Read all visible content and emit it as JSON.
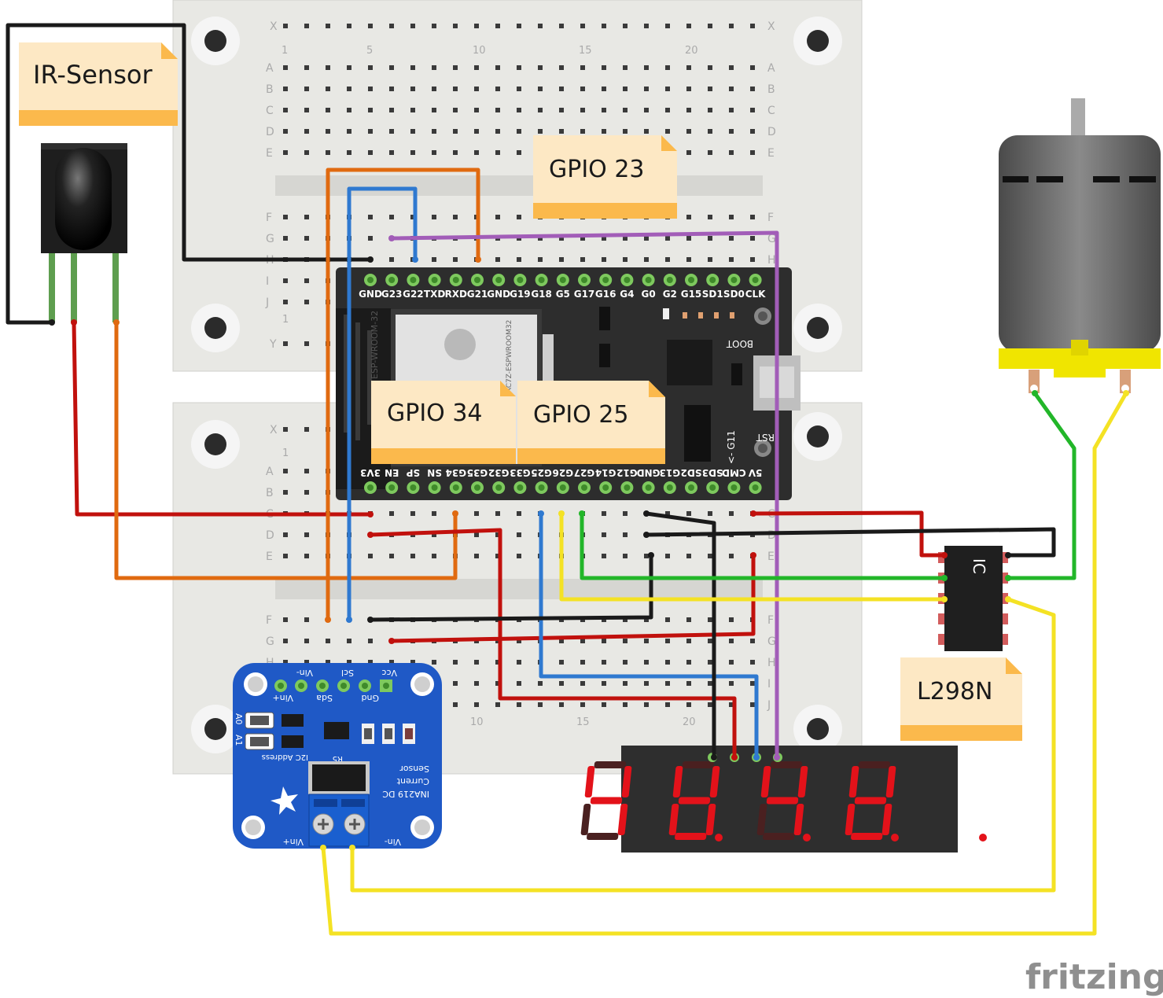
{
  "notes": {
    "ir_sensor": "IR-Sensor",
    "gpio23": "GPIO 23",
    "gpio34": "GPIO 34",
    "gpio25": "GPIO 25",
    "l298n": "L298N"
  },
  "breadboard": {
    "row_x": "X",
    "row_y": "Y",
    "rows_top": [
      "A",
      "B",
      "C",
      "D",
      "E"
    ],
    "rows_bottom": [
      "F",
      "G",
      "H",
      "I",
      "J"
    ],
    "col_numbers": [
      "1",
      "5",
      "10",
      "15",
      "20"
    ]
  },
  "esp32": {
    "top_pins": [
      "GND",
      "G23",
      "G22",
      "TXD",
      "RXD",
      "G21",
      "GND",
      "G19",
      "G18",
      "G5",
      "G17",
      "G16",
      "G4",
      "G0",
      "G2",
      "G15",
      "SD1",
      "SD0",
      "CLK"
    ],
    "bottom_pins": [
      "3V3",
      "EN",
      "SP",
      "SN",
      "G34",
      "G35",
      "G32",
      "G33",
      "G25",
      "G26",
      "G27",
      "G14",
      "G12",
      "GND",
      "G13",
      "SD2",
      "SD3",
      "CMD",
      "5V"
    ],
    "module_label": "ESP-WROOM-32",
    "module_fcc": "2AC7Z-ESPWROOM32",
    "boot_label": "BOOT",
    "rst_label": "RST",
    "g11_label": "<- G11"
  },
  "ina219": {
    "pins_top_row1": [
      "Vin-",
      "Scl",
      "Vcc"
    ],
    "pins_top_row2": [
      "Vin+",
      "Sda",
      "Gnd"
    ],
    "a0": "A0",
    "a1": "A1",
    "i2c": "I2C Address",
    "r5": "R5",
    "title1": "INA219 DC",
    "title2": "Current",
    "title3": "Sensor",
    "vin_plus": "Vin+",
    "vin_minus": "Vin-"
  },
  "driver": {
    "chip_text": "IC"
  },
  "display": {
    "digits": 4
  },
  "branding": {
    "logo": "fritzing"
  },
  "colors": {
    "wire_black": "#1a1a1a",
    "wire_red": "#c1110d",
    "wire_orange": "#e06a10",
    "wire_blue": "#2f79d0",
    "wire_purple": "#a25db8",
    "wire_green": "#22b629",
    "wire_yellow": "#f4e224",
    "note_bg": "#fde8c4",
    "note_band": "#fbb94c",
    "board_blue": "#1f59c6",
    "pcb_dark": "#2d2d2d",
    "segment_red": "#e3121a",
    "breadboard": "#e8e8e4"
  }
}
